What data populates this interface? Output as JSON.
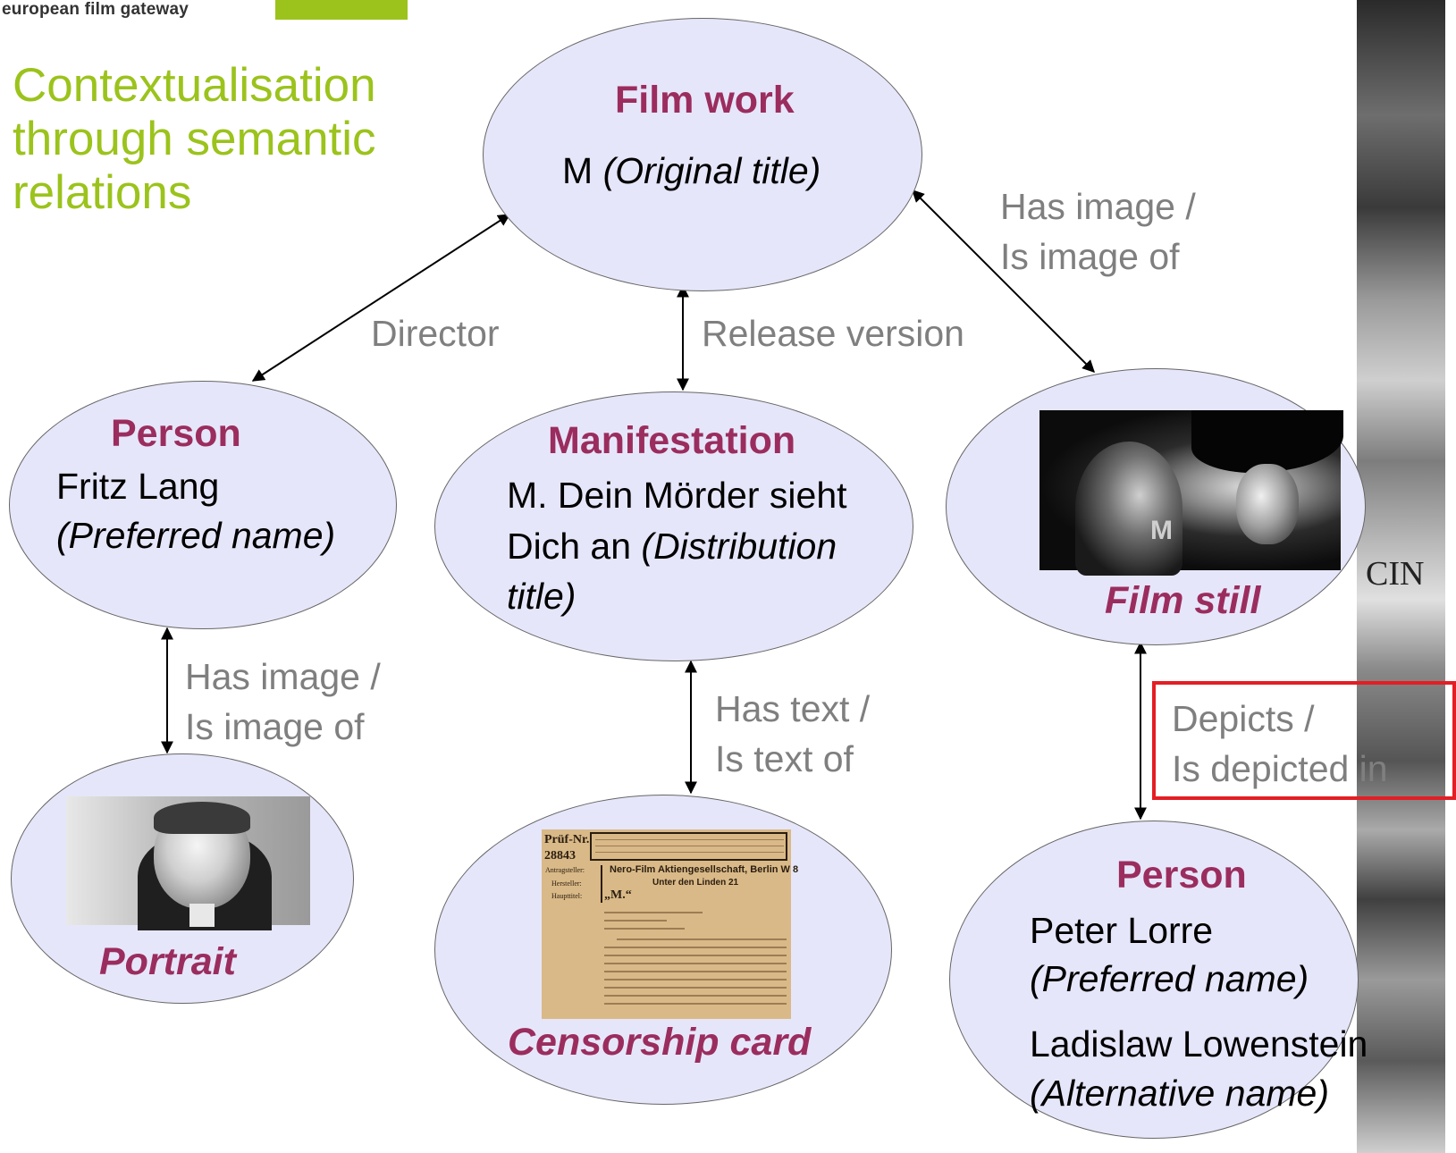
{
  "header": {
    "brand": "european film gateway",
    "accent_color": "#9bc31c"
  },
  "heading": {
    "lines": [
      "Contextualisation",
      "through semantic",
      "relations"
    ]
  },
  "nodes": {
    "film_work": {
      "type": "Film work",
      "name": "M",
      "qualifier": "(Original title)"
    },
    "person_lang": {
      "type": "Person",
      "name": "Fritz Lang",
      "qualifier": "(Preferred name)"
    },
    "manifestation": {
      "type": "Manifestation",
      "line1": "M. Dein Mörder sieht",
      "line2": "Dich an",
      "qualifier_a": "(Distribution",
      "qualifier_b": "title)"
    },
    "film_still": {
      "caption": "Film still",
      "image": "film-still-photo"
    },
    "portrait": {
      "caption": "Portrait",
      "image": "portrait-photo"
    },
    "censorship_card": {
      "caption": "Censorship card",
      "card_number_label": "Prüf-Nr.",
      "card_number": "28843",
      "applicant_label": "Antragsteller:",
      "producer_label": "Hersteller:",
      "main_title_label": "Haupttitel:",
      "company": "Nero-Film Aktiengesellschaft, Berlin W 8",
      "address": "Unter den Linden 21",
      "title_value": "„M.“"
    },
    "person_lorre": {
      "type": "Person",
      "name": "Peter Lorre",
      "qualifier": "(Preferred name)",
      "alt_name": "Ladislaw Lowenstein",
      "alt_qualifier": "(Alternative name)"
    }
  },
  "relations": {
    "director": "Director",
    "release_version": "Release version",
    "has_image_1": "Has image /",
    "is_image_of_1": "Is image of",
    "has_image_2": "Has image /",
    "is_image_of_2": "Is image of",
    "has_text": "Has text /",
    "is_text_of": "Is text of",
    "depicts": "Depicts /",
    "is_depicted_in": "Is depicted in"
  },
  "colors": {
    "node_fill": "#e6e6fa",
    "type_title": "#9b2d5e",
    "relation_label": "#7f7f7f",
    "highlight_box": "#e31e24"
  }
}
